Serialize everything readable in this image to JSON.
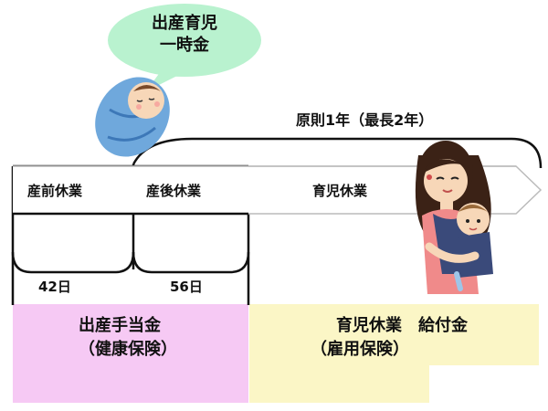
{
  "bubble": {
    "line1": "出産育児",
    "line2": "一時金"
  },
  "duration_label": "原則1年（最長2年）",
  "timeline": {
    "prenatal": {
      "label": "産前休業",
      "days": "42日"
    },
    "postnatal": {
      "label": "産後休業",
      "days": "56日"
    },
    "childcare": {
      "label": "育児休業"
    }
  },
  "benefits": {
    "maternity": {
      "line1": "出産手当金",
      "line2": "（健康保険）"
    },
    "childcare": {
      "line1": "育児休業　給付金",
      "line2": "（雇用保険）"
    }
  },
  "colors": {
    "bubble": "#b9f2cf",
    "maternity_box": "#f6c9f4",
    "childcare_box": "#fbf6c6",
    "baby_wrap": "#6fa8dc",
    "mother_shirt": "#f08a8a",
    "carrier": "#3a4a7a"
  },
  "icons": [
    "speech-bubble",
    "swaddled-baby-illustration",
    "mother-carrying-baby-illustration"
  ]
}
